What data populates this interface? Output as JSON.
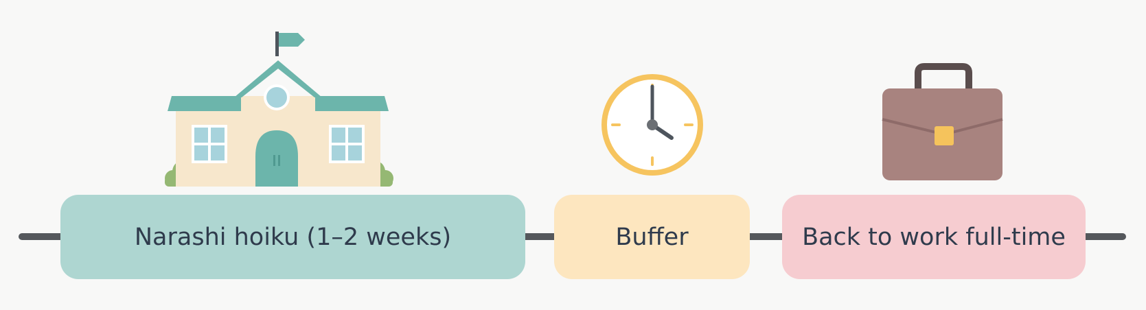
{
  "phases": [
    {
      "label": "Narashi hoiku (1–2 weeks)",
      "color": "#aed6d1",
      "icon": "school-icon"
    },
    {
      "label": "Buffer",
      "color": "#fde6bf",
      "icon": "clock-icon"
    },
    {
      "label": "Back to work full-time",
      "color": "#f6ccd0",
      "icon": "briefcase-icon"
    }
  ],
  "colors": {
    "timeline": "#55585c",
    "text": "#2f3b4c",
    "background": "#f8f8f7"
  }
}
